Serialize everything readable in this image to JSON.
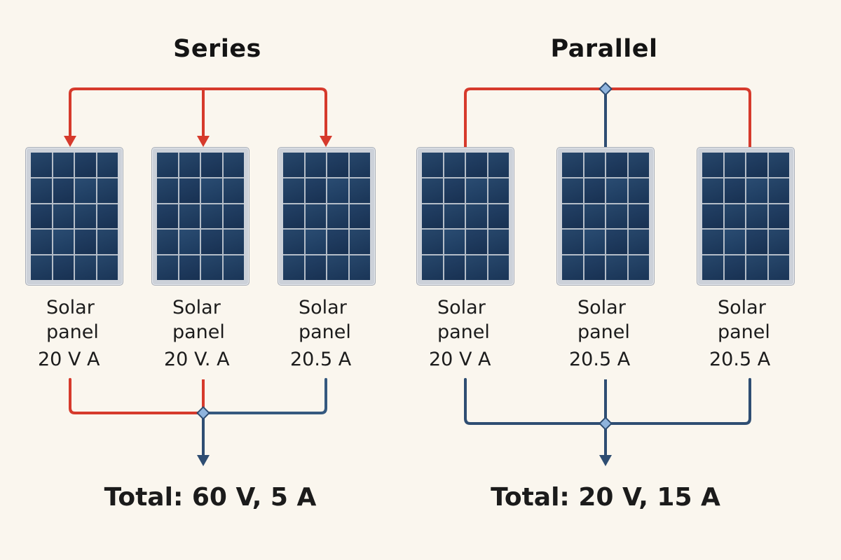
{
  "series": {
    "title": "Series",
    "panels": [
      {
        "label": "Solar panel",
        "spec": "20 V A"
      },
      {
        "label": "Solar panel",
        "spec": "20 V. A"
      },
      {
        "label": "Solar panel",
        "spec": "20.5 A"
      }
    ],
    "total": "Total: 60 V, 5 A"
  },
  "parallel": {
    "title": "Parallel",
    "panels": [
      {
        "label": "Solar panel",
        "spec": "20 V A"
      },
      {
        "label": "Solar panel",
        "spec": "20.5 A"
      },
      {
        "label": "Solar panel",
        "spec": "20.5 A"
      }
    ],
    "total": "Total: 20 V, 15 A"
  },
  "colors": {
    "background": "#faf6ee",
    "wire_red": "#d63a2c",
    "wire_blue": "#35597f",
    "wire_navy": "#2e4d72",
    "node_fill": "#8fb4dd",
    "panel_cell": "#1f3d5f",
    "panel_frame": "#ccd1d9",
    "text": "#1c1c1c"
  }
}
